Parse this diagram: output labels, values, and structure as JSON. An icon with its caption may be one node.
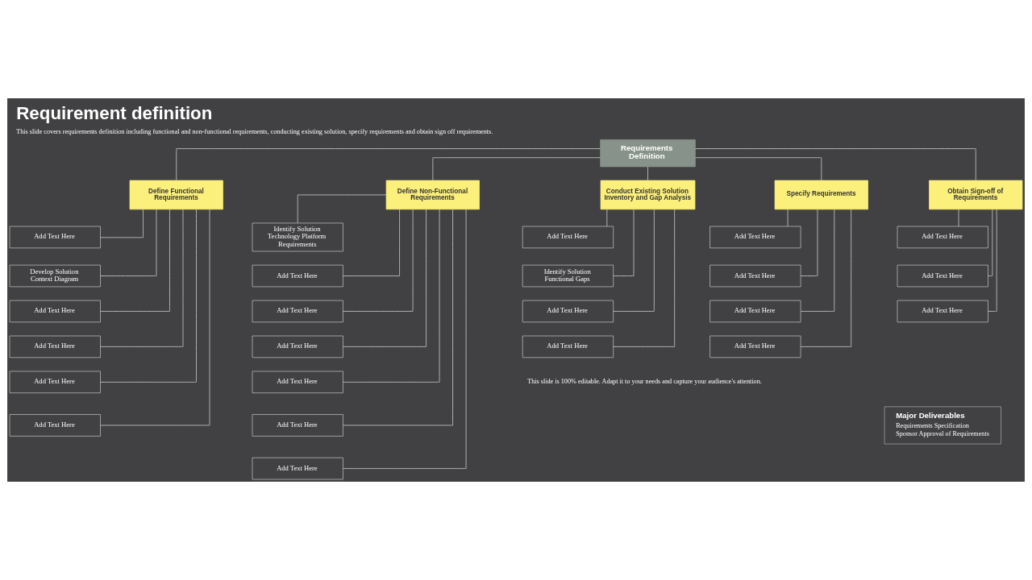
{
  "diagram": {
    "title": "Requirement definition",
    "caption": "This slide covers requirements definition including functional and non-functional requirements, conducting existing solution, specify requirements and obtain sign off requirements.",
    "nodes": [
      {
        "text": [
          "Requirements Definition"
        ]
      },
      {
        "text": [
          "Define Functional Requirements"
        ]
      },
      {
        "text": [
          "Define Non-Functional Requirements"
        ]
      },
      {
        "text": [
          "Conduct Existing Solution Inventory and Gap Analysis"
        ]
      },
      {
        "text": [
          "Specify Requirements"
        ]
      },
      {
        "text": [
          "Obtain Sign-off of Requirements"
        ]
      },
      {
        "text": [
          "Add Text Here"
        ]
      },
      {
        "text": [
          "Develop Solution Context Diagram"
        ]
      },
      {
        "text": [
          "Add Text Here"
        ]
      },
      {
        "text": [
          "Add Text Here"
        ]
      },
      {
        "text": [
          "Add Text Here"
        ]
      },
      {
        "text": [
          "Add Text Here"
        ]
      },
      {
        "text": [
          "Identify Solution Technology Platform Requirements"
        ]
      },
      {
        "text": [
          "Add Text Here"
        ]
      },
      {
        "text": [
          "Add Text Here"
        ]
      },
      {
        "text": [
          "Add Text Here"
        ]
      },
      {
        "text": [
          "Add Text Here"
        ]
      },
      {
        "text": [
          "Add Text Here"
        ]
      },
      {
        "text": [
          "Add Text Here"
        ]
      },
      {
        "text": [
          "Add Text Here"
        ]
      },
      {
        "text": [
          "Identify Solution Functional Gaps"
        ]
      },
      {
        "text": [
          "Add Text Here"
        ]
      },
      {
        "text": [
          "Add Text Here"
        ]
      },
      {
        "text": [
          "Add Text Here"
        ]
      },
      {
        "text": [
          "Add Text Here"
        ]
      },
      {
        "text": [
          "Add Text Here"
        ]
      },
      {
        "text": [
          "Add Text Here"
        ]
      },
      {
        "text": [
          "Add Text Here"
        ]
      },
      {
        "text": [
          "Add Text Here"
        ]
      },
      {
        "text": [
          "Add Text Here"
        ]
      },
      {
        "text": [
          "Major Deliverables",
          "Requirements Specification",
          "Sponsor Approval of Requirements"
        ]
      }
    ],
    "edges": [
      {
        "from": 0,
        "to": 1,
        "arrow": "none"
      },
      {
        "from": 0,
        "to": 2,
        "arrow": "none"
      },
      {
        "from": 0,
        "to": 3,
        "arrow": "none"
      },
      {
        "from": 0,
        "to": 4,
        "arrow": "none"
      },
      {
        "from": 0,
        "to": 5,
        "arrow": "none"
      },
      {
        "from": 1,
        "to": 6,
        "arrow": "none"
      },
      {
        "from": 1,
        "to": 7,
        "arrow": "none"
      },
      {
        "from": 1,
        "to": 8,
        "arrow": "none"
      },
      {
        "from": 1,
        "to": 9,
        "arrow": "none"
      },
      {
        "from": 1,
        "to": 10,
        "arrow": "none"
      },
      {
        "from": 1,
        "to": 11,
        "arrow": "none"
      },
      {
        "from": 2,
        "to": 12,
        "arrow": "none"
      },
      {
        "from": 2,
        "to": 13,
        "arrow": "none"
      },
      {
        "from": 2,
        "to": 14,
        "arrow": "none"
      },
      {
        "from": 2,
        "to": 15,
        "arrow": "none"
      },
      {
        "from": 2,
        "to": 16,
        "arrow": "none"
      },
      {
        "from": 2,
        "to": 17,
        "arrow": "none"
      },
      {
        "from": 2,
        "to": 18,
        "arrow": "none"
      },
      {
        "from": 3,
        "to": 19,
        "arrow": "none"
      },
      {
        "from": 3,
        "to": 20,
        "arrow": "none"
      },
      {
        "from": 3,
        "to": 21,
        "arrow": "none"
      },
      {
        "from": 3,
        "to": 22,
        "arrow": "none"
      },
      {
        "from": 4,
        "to": 23,
        "arrow": "none"
      },
      {
        "from": 4,
        "to": 24,
        "arrow": "none"
      },
      {
        "from": 4,
        "to": 25,
        "arrow": "none"
      },
      {
        "from": 4,
        "to": 26,
        "arrow": "none"
      },
      {
        "from": 5,
        "to": 27,
        "arrow": "none"
      },
      {
        "from": 5,
        "to": 28,
        "arrow": "none"
      },
      {
        "from": 5,
        "to": 29,
        "arrow": "none"
      }
    ],
    "labels": [
      "This slide is 100% editable. Adapt it to your needs and capture your audience's attention."
    ]
  }
}
